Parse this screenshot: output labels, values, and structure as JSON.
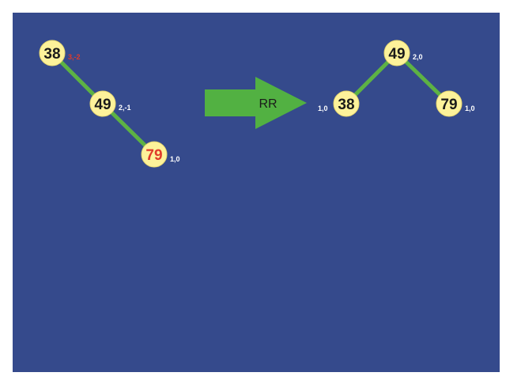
{
  "colors": {
    "background": "#354a8c",
    "edge": "#5db244",
    "node_fill": "#fdf29a",
    "node_text": "#1a1a1a",
    "highlight_text": "#e03a2a",
    "meta_text": "#ffffff",
    "meta_highlight": "#e03a2a",
    "arrow_fill": "#52b142",
    "arrow_text": "#1a1a1a"
  },
  "arrow": {
    "label": "RR"
  },
  "before": {
    "nodes": [
      {
        "value": "38",
        "meta": "3,-2",
        "meta_highlight": true,
        "value_highlight": false
      },
      {
        "value": "49",
        "meta": "2,-1",
        "meta_highlight": false,
        "value_highlight": false
      },
      {
        "value": "79",
        "meta": "1,0",
        "meta_highlight": false,
        "value_highlight": true
      }
    ]
  },
  "after": {
    "nodes": [
      {
        "value": "49",
        "meta": "2,0"
      },
      {
        "value": "38",
        "meta": "1,0"
      },
      {
        "value": "79",
        "meta": "1,0"
      }
    ]
  }
}
